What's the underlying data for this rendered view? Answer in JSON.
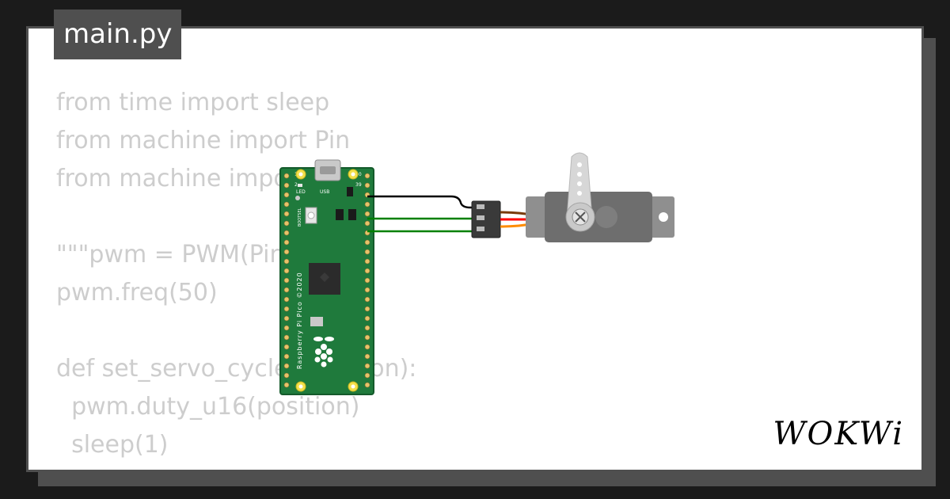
{
  "file_tab": {
    "title": "main.py"
  },
  "code_lines": [
    "from time import sleep",
    "from machine import Pin",
    "from machine import PWM",
    "",
    "\"\"\"pwm = PWM(Pin(0))",
    "pwm.freq(50)",
    "",
    "def set_servo_cycle (position):",
    "  pwm.duty_u16(position)",
    "  sleep(1)"
  ],
  "board": {
    "label": "Raspberry Pi Pico ©2020",
    "usb_label": "USB",
    "led_label": "LED",
    "bootsel_label": "BOOTSEL",
    "pin_numbers": [
      "1",
      "2",
      "39",
      "40"
    ]
  },
  "brand": {
    "logo_text": "WOKWi"
  },
  "colors": {
    "background": "#1b1b1b",
    "frame": "#4f4f4f",
    "board_green": "#1f7a3c",
    "wire_black": "#000000",
    "wire_green": "#008000",
    "servo_body": "#6e6e6e",
    "servo_horn": "#d7d7d7",
    "servo_wire_brown": "#7a3b0a",
    "servo_wire_red": "#ff0000",
    "servo_wire_orange": "#ff8c00"
  },
  "icons": [
    "raspberry-logo-icon",
    "servo-screw-icon"
  ]
}
